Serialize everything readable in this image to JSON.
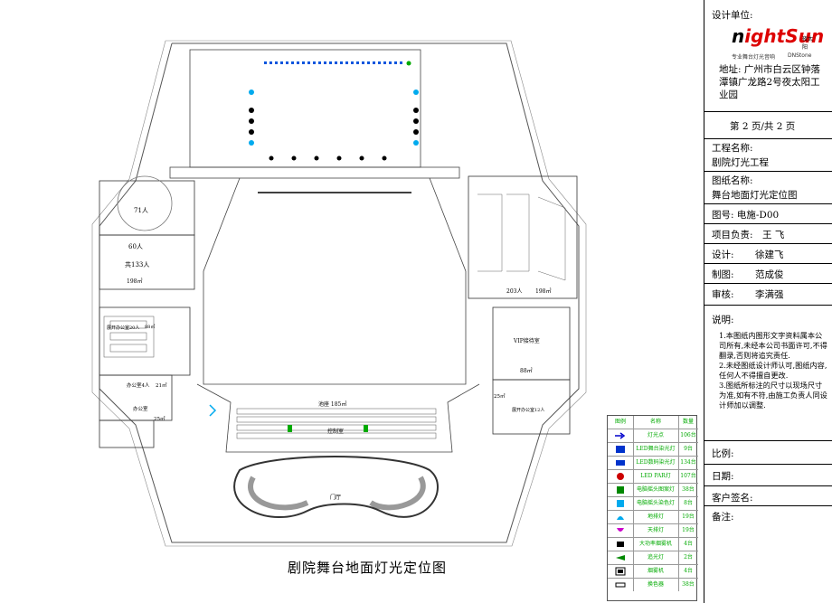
{
  "drawing": {
    "caption": "剧院舞台地面灯光定位图",
    "rooms": {
      "room_71": "71人",
      "room_60": "60人",
      "total_133": "共133人",
      "area_198_left": "198㎡",
      "area_203_right": "203人",
      "area_198_right": "198㎡",
      "vip": "VIP接待室",
      "vip_area": "88㎡",
      "office_left": "展开办公室20人",
      "office_left_area": "88㎡",
      "office_small": "办公室4人",
      "office_small_area": "21㎡",
      "office_tiny": "办公室",
      "area_25_left": "25㎡",
      "area_25_right": "25㎡",
      "office_right": "展开办公室12人",
      "pool": "池座 185㎡",
      "control": "控制室",
      "hall": "门厅"
    }
  },
  "legend": {
    "headers": {
      "icon": "图例",
      "name": "名称",
      "qty": "数量"
    },
    "items": [
      {
        "name": "灯光点",
        "qty": "106台",
        "color": "#0000cc"
      },
      {
        "name": "LED舞台染光灯",
        "qty": "9台",
        "color": "#0000cc"
      },
      {
        "name": "LED数码染光灯",
        "qty": "134台",
        "color": "#0000cc"
      },
      {
        "name": "LED PAR灯",
        "qty": "107台",
        "color": "#cc0000"
      },
      {
        "name": "电脑摇头图案灯",
        "qty": "38台",
        "color": "#008800"
      },
      {
        "name": "电脑摇头染色灯",
        "qty": "8台",
        "color": "#00aaee"
      },
      {
        "name": "地排灯",
        "qty": "19台",
        "color": "#00aaee"
      },
      {
        "name": "天排灯",
        "qty": "19台",
        "color": "#cc00cc"
      },
      {
        "name": "大功率烟雾机",
        "qty": "4台",
        "color": "#000000"
      },
      {
        "name": "追光灯",
        "qty": "2台",
        "color": "#008800"
      },
      {
        "name": "烟雾机",
        "qty": "4台",
        "color": "#000000"
      },
      {
        "name": "换色器",
        "qty": "38台",
        "color": "#000000"
      }
    ]
  },
  "title_block": {
    "design_unit_label": "设计单位:",
    "logo_text_a": "n",
    "logo_text_b": "ightSun",
    "logo_cn": "夜太阳",
    "logo_sub": "专业舞台灯光音响",
    "logo_sub_en": "DNStone",
    "address": "地址: 广州市白云区钟落潭镇广龙路2号夜太阳工业园",
    "page": "第 2 页/共 2 页",
    "project_name_label": "工程名称:",
    "project_name": "剧院灯光工程",
    "drawing_name_label": "图纸名称:",
    "drawing_name": "舞台地面灯光定位图",
    "drawing_no": "图号: 电施-D00",
    "lead_label": "项目负责:",
    "lead": "王  飞",
    "design_label": "设计:",
    "designer": "徐建飞",
    "draw_label": "制图:",
    "drafter": "范成俊",
    "review_label": "审核:",
    "reviewer": "李满强",
    "notes_label": "说明:",
    "notes": [
      "1.本图纸内图形文字资料属本公司所有,未经本公司书面许可,不得翻录,否则将追究责任.",
      "2.未经图纸设计师认可,图纸内容,任何人不得擅自更改.",
      "3.图纸所标注的尺寸以现场尺寸为准,如有不符,由施工负责人同设计师加以调整."
    ],
    "scale_label": "比例:",
    "date_label": "日期:",
    "client_sign_label": "客户签名:",
    "remarks_label": "备注:"
  }
}
